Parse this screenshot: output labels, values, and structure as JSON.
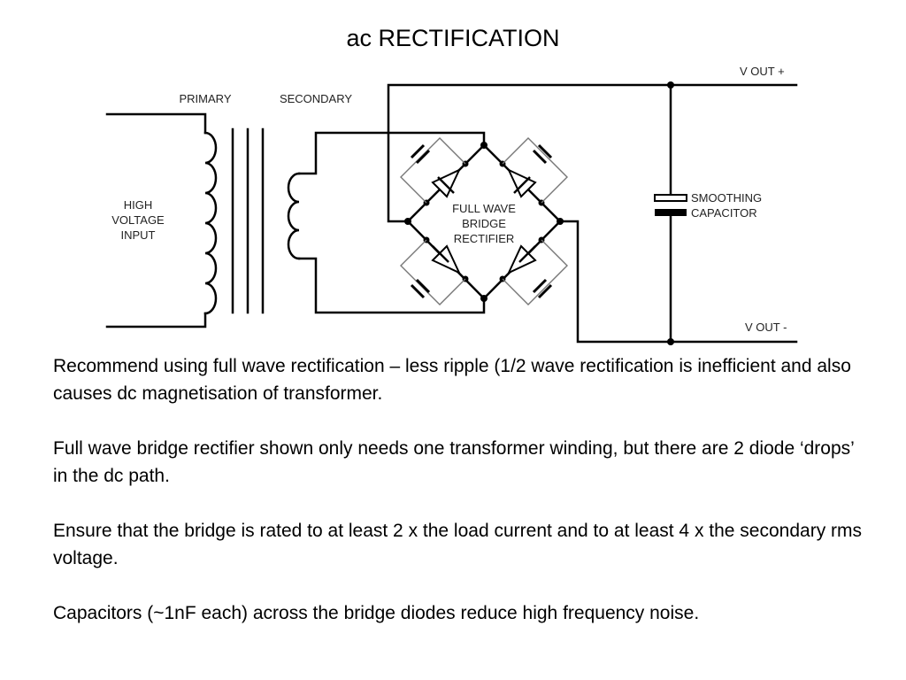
{
  "slide": {
    "title": "ac RECTIFICATION"
  },
  "diagram": {
    "labels": {
      "primary": "PRIMARY",
      "secondary": "SECONDARY",
      "input_line1": "HIGH",
      "input_line2": "VOLTAGE",
      "input_line3": "INPUT",
      "bridge_line1": "FULL WAVE",
      "bridge_line2": "BRIDGE",
      "bridge_line3": "RECTIFIER",
      "cap_line1": "SMOOTHING",
      "cap_line2": "CAPACITOR",
      "vout_plus": "V OUT +",
      "vout_minus": "V OUT -"
    }
  },
  "body": {
    "paragraphs": [
      "Recommend using full wave rectification – less ripple (1/2 wave rectification is inefficient and also causes dc magnetisation of transformer.",
      "Full wave bridge rectifier shown only needs one transformer winding, but there are 2 diode ‘drops’ in the dc path.",
      "Ensure that the bridge is rated to at least 2 x the load current and to at least 4 x the secondary rms voltage.",
      "Capacitors (~1nF each) across the bridge diodes reduce high frequency noise."
    ]
  }
}
